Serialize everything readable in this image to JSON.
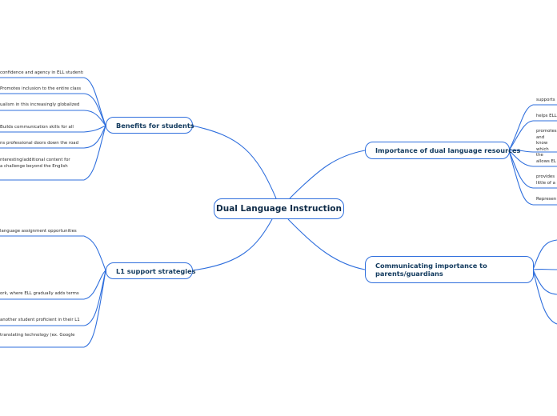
{
  "central": {
    "label": "Dual Language Instruction"
  },
  "branches": {
    "benefits": {
      "label": "Benefits for students",
      "items": [
        "confidence and agency in ELL students",
        "Promotes inclusion to the entire class",
        "ualism in this increasingly globalized",
        "Builds communication skills for all",
        "ns professional doors down the road",
        "nteresting/additional content for\n a challenge beyond the English"
      ]
    },
    "l1": {
      "label": "L1 support strategies",
      "items": [
        "language assignment opportunities",
        "ork, where ELL gradually adds terms",
        "another student proficient in their L1",
        "translating technology (ex. Google"
      ]
    },
    "importance": {
      "label": "Importance of dual language resources",
      "items": [
        "supports",
        "helps ELL",
        "promotes\nand know\nwhich the",
        "allows EL",
        "provides\nlittle of a",
        "Represen"
      ]
    },
    "communicating": {
      "label": "Communicating importance to\nparents/guardians"
    }
  },
  "colors": {
    "line": "#2f6fdd",
    "node_text": "#123a5e"
  }
}
